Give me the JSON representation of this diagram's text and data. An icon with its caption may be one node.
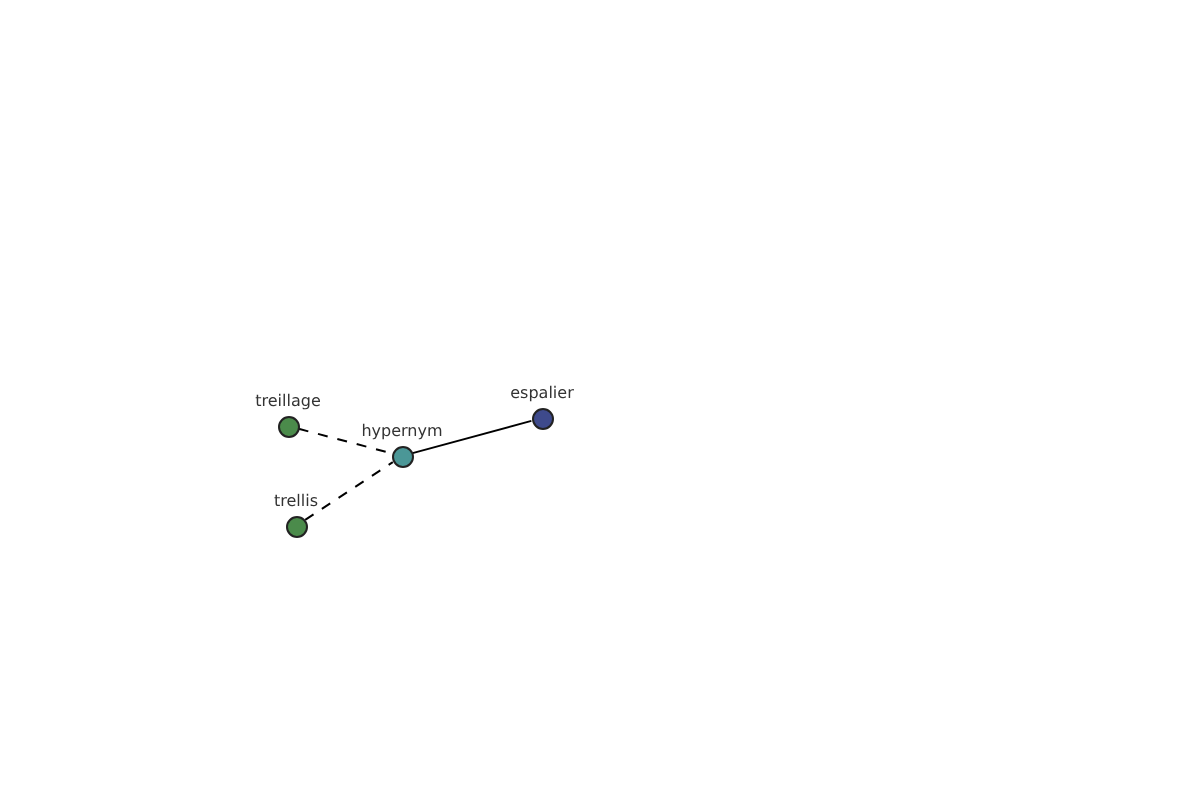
{
  "diagram": {
    "nodes": [
      {
        "text": [
          "treillage"
        ]
      },
      {
        "text": [
          "hypernym"
        ]
      },
      {
        "text": [
          "espalier"
        ]
      },
      {
        "text": [
          "trellis"
        ]
      }
    ],
    "edges": [
      {
        "from": 0,
        "to": 1,
        "arrow": "none",
        "style": "dashed"
      },
      {
        "from": 3,
        "to": 1,
        "arrow": "none",
        "style": "dashed"
      },
      {
        "from": 1,
        "to": 2,
        "arrow": "none"
      }
    ]
  }
}
